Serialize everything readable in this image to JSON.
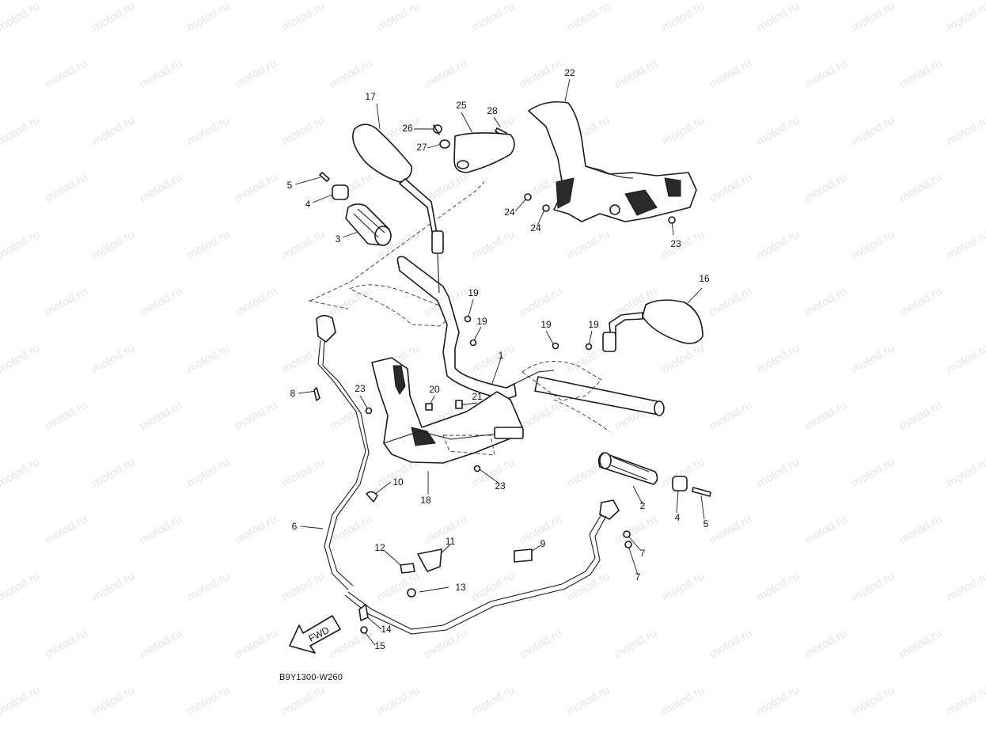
{
  "watermark": "motod.ru",
  "diagram_code": "B9Y1300-W260",
  "fwd_label": "FWD",
  "callouts": [
    "1",
    "2",
    "3",
    "4",
    "4",
    "5",
    "5",
    "6",
    "7",
    "7",
    "8",
    "9",
    "10",
    "11",
    "12",
    "13",
    "14",
    "15",
    "16",
    "17",
    "18",
    "19",
    "19",
    "19",
    "19",
    "20",
    "21",
    "22",
    "23",
    "23",
    "23",
    "24",
    "24",
    "25",
    "26",
    "27",
    "28"
  ]
}
